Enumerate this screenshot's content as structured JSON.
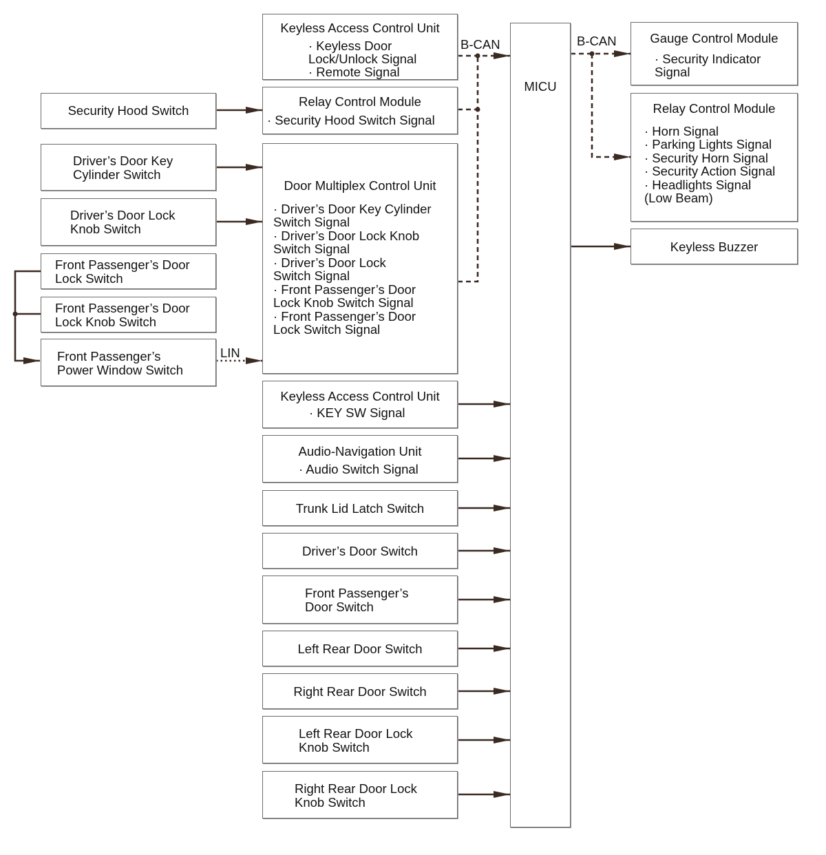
{
  "boxes": {
    "keyless_top": {
      "title": "Keyless Access Control Unit",
      "items": [
        "· Keyless Door",
        "Lock/Unlock Signal",
        "· Remote Signal"
      ]
    },
    "relay_left": {
      "title": "Relay Control Module",
      "items": [
        "· Security Hood Switch Signal"
      ]
    },
    "door_mpx": {
      "title": "Door Multiplex Control Unit",
      "items": [
        "· Driver’s Door Key Cylinder",
        "Switch Signal",
        "· Driver’s Door Lock Knob",
        "Switch Signal",
        "· Driver’s Door Lock",
        "Switch Signal",
        "· Front Passenger’s Door",
        "Lock Knob Switch Signal",
        "· Front Passenger’s Door",
        "Lock Switch Signal"
      ]
    },
    "keyless_mid": {
      "title": "Keyless Access Control Unit",
      "items": [
        "· KEY SW Signal"
      ]
    },
    "audio_nav": {
      "title": "Audio-Navigation Unit",
      "items": [
        "· Audio Switch Signal"
      ]
    },
    "trunk": {
      "lines": [
        "Trunk Lid Latch Switch"
      ]
    },
    "drv_door": {
      "lines": [
        "Driver’s Door Switch"
      ]
    },
    "fp_door": {
      "lines": [
        "Front Passenger’s",
        "Door Switch"
      ]
    },
    "lr_door": {
      "lines": [
        "Left Rear Door Switch"
      ]
    },
    "rr_door": {
      "lines": [
        "Right Rear Door Switch"
      ]
    },
    "lr_lock": {
      "lines": [
        "Left Rear Door Lock",
        "Knob Switch"
      ]
    },
    "rr_lock": {
      "lines": [
        "Right Rear Door Lock",
        "Knob Switch"
      ]
    },
    "hood": {
      "lines": [
        "Security Hood Switch"
      ]
    },
    "key_cyl": {
      "lines": [
        "Driver’s Door Key",
        "Cylinder Switch"
      ]
    },
    "lock_knob": {
      "lines": [
        "Driver’s Door Lock",
        "Knob Switch"
      ]
    },
    "fp_lock": {
      "lines": [
        "Front Passenger’s Door",
        "Lock Switch"
      ]
    },
    "fp_knob": {
      "lines": [
        "Front Passenger’s Door",
        "Lock Knob Switch"
      ]
    },
    "fp_pw": {
      "lines": [
        "Front Passenger’s",
        "Power Window Switch"
      ]
    },
    "micu": {
      "title": "MICU"
    },
    "gauge": {
      "title": "Gauge Control Module",
      "items": [
        "· Security Indicator",
        "Signal"
      ]
    },
    "relay_right": {
      "title": "Relay Control Module",
      "items": [
        "· Horn Signal",
        "· Parking Lights Signal",
        "· Security Horn Signal",
        "· Security Action Signal",
        "· Headlights Signal",
        "(Low Beam)"
      ]
    },
    "buzzer": {
      "lines": [
        "Keyless Buzzer"
      ]
    }
  },
  "labels": {
    "bcan_left": "B-CAN",
    "bcan_right": "B-CAN",
    "lin": "LIN"
  },
  "colors": {
    "box_border": "#6b6b6b",
    "line": "#3a2a22",
    "text": "#111111"
  }
}
